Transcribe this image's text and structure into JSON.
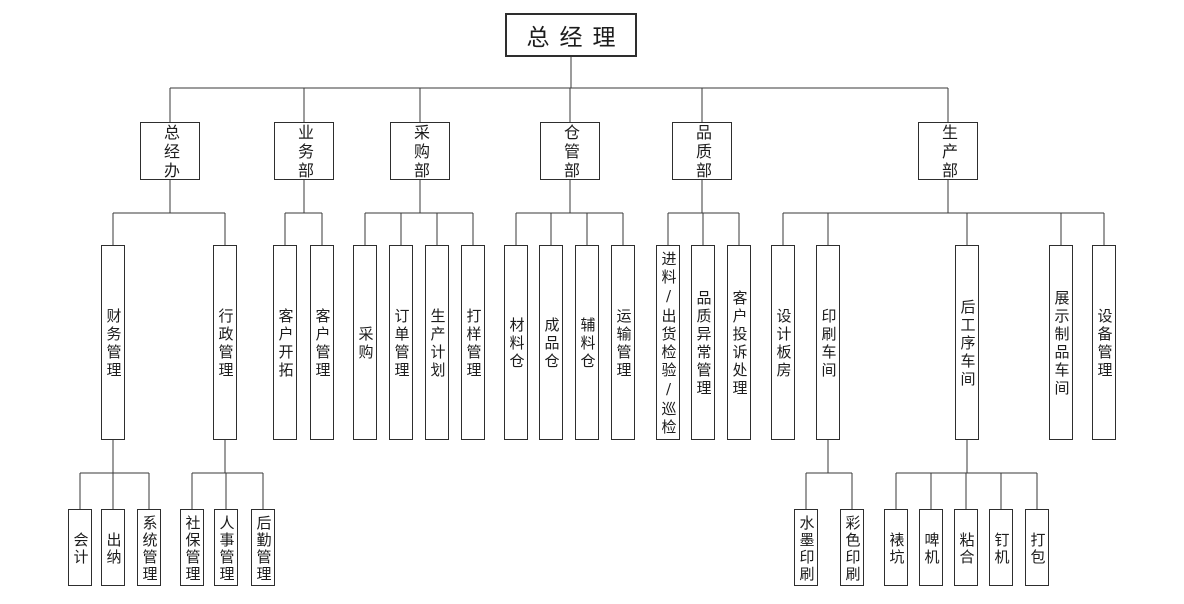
{
  "colors": {
    "background": "#ffffff",
    "box_border": "#2e2e2e",
    "connector_line": "#3a3a3a",
    "text": "#1c1c1c"
  },
  "chart_data": {
    "type": "org-tree",
    "title": "总经理"
  },
  "org": {
    "root": {
      "id": "root",
      "label": "总经理",
      "children": [
        {
          "id": "zjb",
          "label": "总经办",
          "children": [
            {
              "id": "cwgl",
              "label": "财务管理",
              "children": [
                {
                  "id": "kj",
                  "label": "会计"
                },
                {
                  "id": "cn",
                  "label": "出纳"
                },
                {
                  "id": "xtgl",
                  "label": "系统管理"
                }
              ]
            },
            {
              "id": "xzgl",
              "label": "行政管理",
              "children": [
                {
                  "id": "shbgl",
                  "label": "社保管理"
                },
                {
                  "id": "rsgl",
                  "label": "人事管理"
                },
                {
                  "id": "hqgl",
                  "label": "后勤管理"
                }
              ]
            }
          ]
        },
        {
          "id": "ywb",
          "label": "业务部",
          "children": [
            {
              "id": "khkt",
              "label": "客户开拓"
            },
            {
              "id": "khgl",
              "label": "客户管理"
            }
          ]
        },
        {
          "id": "cgb",
          "label": "采购部",
          "children": [
            {
              "id": "cg",
              "label": "采购"
            },
            {
              "id": "ddgl",
              "label": "订单管理"
            },
            {
              "id": "scjh",
              "label": "生产计划"
            },
            {
              "id": "dygl",
              "label": "打样管理"
            }
          ]
        },
        {
          "id": "cgk",
          "label": "仓管部",
          "children": [
            {
              "id": "clc",
              "label": "材料仓"
            },
            {
              "id": "cpc",
              "label": "成品仓"
            },
            {
              "id": "flc",
              "label": "辅料仓"
            },
            {
              "id": "ysgl",
              "label": "运输管理"
            }
          ]
        },
        {
          "id": "pzb",
          "label": "品质部",
          "children": [
            {
              "id": "jljy",
              "label": "进料/出货检验/巡检"
            },
            {
              "id": "pzyc",
              "label": "品质异常管理"
            },
            {
              "id": "khts",
              "label": "客户投诉处理"
            }
          ]
        },
        {
          "id": "scb",
          "label": "生产部",
          "children": [
            {
              "id": "sjbf",
              "label": "设计板房"
            },
            {
              "id": "yscj",
              "label": "印刷车间",
              "children": [
                {
                  "id": "smys",
                  "label": "水墨印刷"
                },
                {
                  "id": "csys",
                  "label": "彩色印刷"
                }
              ]
            },
            {
              "id": "hgx",
              "label": "后工序车间",
              "children": [
                {
                  "id": "bk",
                  "label": "裱坑"
                },
                {
                  "id": "pj",
                  "label": "啤机"
                },
                {
                  "id": "nh",
                  "label": "粘合"
                },
                {
                  "id": "dj",
                  "label": "钉机"
                },
                {
                  "id": "db",
                  "label": "打包"
                }
              ]
            },
            {
              "id": "zszp",
              "label": "展示制品车间"
            },
            {
              "id": "sbgl",
              "label": "设备管理"
            }
          ]
        }
      ]
    }
  }
}
